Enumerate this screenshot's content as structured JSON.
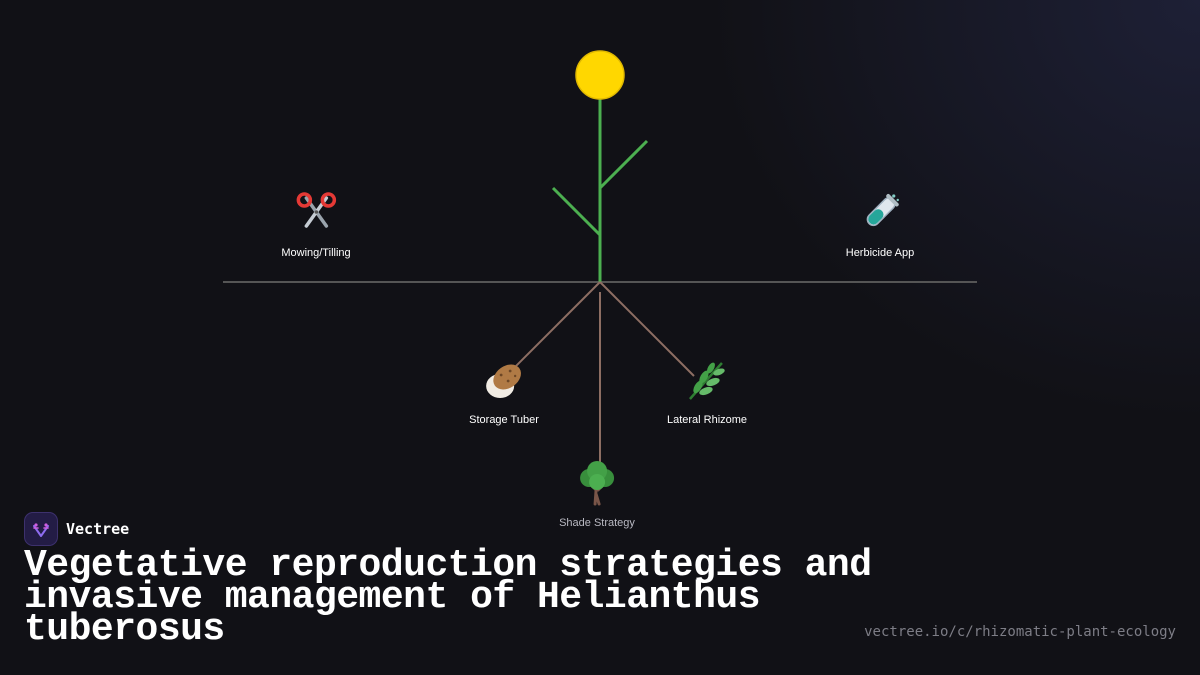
{
  "diagram": {
    "nodes": [
      {
        "id": "mowing",
        "label": "Mowing/Tilling",
        "icon": "scissors-icon"
      },
      {
        "id": "herbicide",
        "label": "Herbicide App",
        "icon": "test-tube-icon"
      },
      {
        "id": "tuber",
        "label": "Storage Tuber",
        "icon": "potato-icon"
      },
      {
        "id": "rhizome",
        "label": "Lateral Rhizome",
        "icon": "herb-icon"
      },
      {
        "id": "shade",
        "label": "Shade Strategy",
        "icon": "tree-icon"
      }
    ],
    "colors": {
      "flower": "#FFD700",
      "stem": "#4CAF50",
      "root": "#8D6E63",
      "ground": "#555555"
    }
  },
  "footer": {
    "brand": "Vectree",
    "title": "Vegetative reproduction strategies and invasive management of Helianthus tuberosus",
    "url": "vectree.io/c/rhizomatic-plant-ecology"
  }
}
